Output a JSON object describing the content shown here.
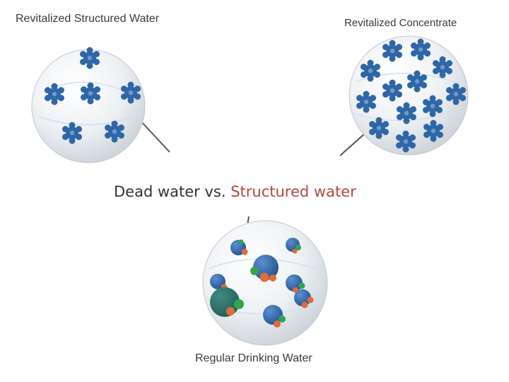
{
  "labels": {
    "top_left": "Revitalized Structured Water",
    "top_right": "Revitalized Concentrate",
    "bottom": "Regular Drinking Water"
  },
  "caption": {
    "part1": "Dead water vs. ",
    "part2": "Structured water"
  },
  "icons": {
    "structured_molecule": "blue-gear-cluster",
    "plain_molecule": "blue-sphere-with-green-and-orange-atoms"
  },
  "colors": {
    "sphere": "#e7ebef",
    "molecule_blue": "#2e67a8",
    "atom_green": "#2fa64f",
    "atom_orange": "#e06a3c",
    "caption_text": "#333333",
    "caption_accent": "#b24a3f"
  }
}
